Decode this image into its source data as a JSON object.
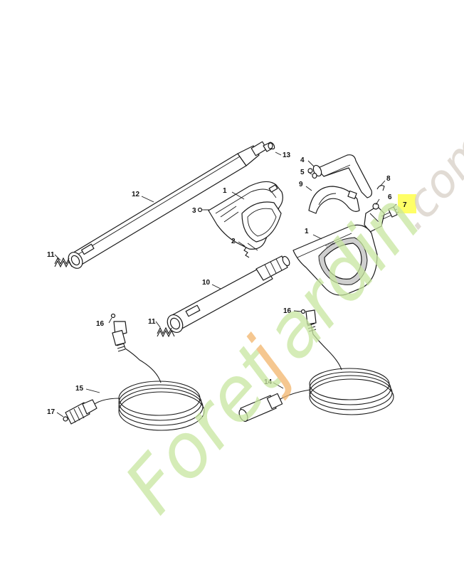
{
  "watermark": {
    "text": "Foretjardin.com",
    "color_primary": "#c8e6a0",
    "color_accent": "#f2b56b",
    "color_tail": "#d7cfc6"
  },
  "highlight_color": "#ffff66",
  "callouts": [
    {
      "id": "callout-1a",
      "label": "1"
    },
    {
      "id": "callout-1b",
      "label": "1"
    },
    {
      "id": "callout-2",
      "label": "2"
    },
    {
      "id": "callout-3",
      "label": "3"
    },
    {
      "id": "callout-4",
      "label": "4"
    },
    {
      "id": "callout-5",
      "label": "5"
    },
    {
      "id": "callout-6",
      "label": "6"
    },
    {
      "id": "callout-7",
      "label": "7"
    },
    {
      "id": "callout-8",
      "label": "8"
    },
    {
      "id": "callout-9",
      "label": "9"
    },
    {
      "id": "callout-10",
      "label": "10"
    },
    {
      "id": "callout-11a",
      "label": "11"
    },
    {
      "id": "callout-11b",
      "label": "11"
    },
    {
      "id": "callout-12",
      "label": "12"
    },
    {
      "id": "callout-13",
      "label": "13"
    },
    {
      "id": "callout-14",
      "label": "14"
    },
    {
      "id": "callout-15",
      "label": "15"
    },
    {
      "id": "callout-16a",
      "label": "16"
    },
    {
      "id": "callout-16b",
      "label": "16"
    },
    {
      "id": "callout-17",
      "label": "17"
    }
  ]
}
